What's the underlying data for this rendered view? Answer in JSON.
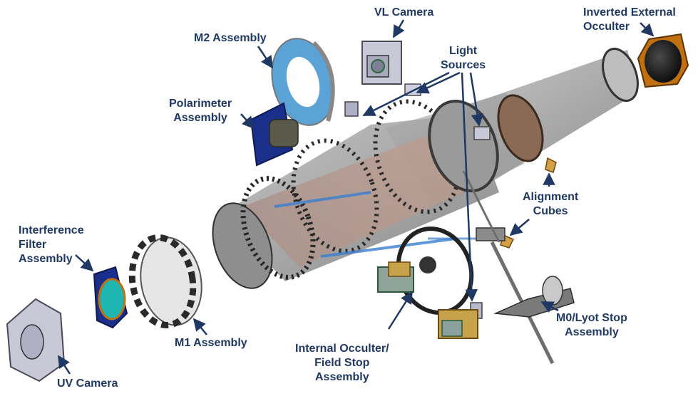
{
  "labels": {
    "vl_camera": "VL Camera",
    "inverted_external_occulter": [
      "Inverted External",
      "Occulter"
    ],
    "m2_assembly": "M2 Assembly",
    "light_sources": [
      "Light",
      "Sources"
    ],
    "polarimeter_assembly": [
      "Polarimeter",
      "Assembly"
    ],
    "alignment_cubes": [
      "Alignment",
      "Cubes"
    ],
    "interference_filter_assembly": [
      "Interference",
      "Filter",
      "Assembly"
    ],
    "m1_assembly": "M1 Assembly",
    "m0_lyot_stop_assembly": [
      "M0/Lyot Stop",
      "Assembly"
    ],
    "internal_occulter_field_stop_assembly": [
      "Internal Occulter/",
      "Field Stop",
      "Assembly"
    ],
    "uv_camera": "UV Camera"
  },
  "colors": {
    "label_text": "#1f3864",
    "leader_arrow": "#1f3864",
    "m2_mirror": "#5ba3d6",
    "polarimeter": "#1a2f8a",
    "occulter_ring": "#c07010",
    "filter_glass": "#1fb5b0",
    "tube_shadow": "#9a9a9a",
    "tube_tint": "#b08070",
    "beam": "#3a7fd0"
  }
}
